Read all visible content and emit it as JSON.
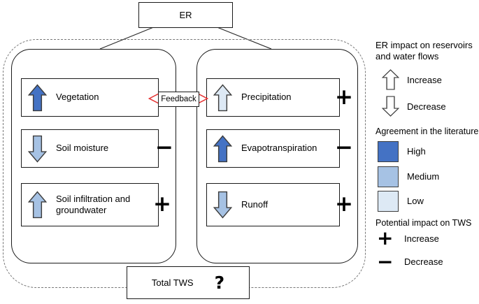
{
  "er": {
    "label": "ER"
  },
  "feedback": {
    "label": "Feedback"
  },
  "total": {
    "label": "Total TWS",
    "symbol": "?"
  },
  "left_group": {
    "items": [
      {
        "label": "Vegetation",
        "arrow": "up",
        "agreement": "high",
        "sign": ""
      },
      {
        "label": "Soil moisture",
        "arrow": "down",
        "agreement": "medium",
        "sign": "−"
      },
      {
        "label": "Soil infiltration and groundwater",
        "arrow": "up",
        "agreement": "medium",
        "sign": "+"
      }
    ]
  },
  "right_group": {
    "items": [
      {
        "label": "Precipitation",
        "arrow": "up",
        "agreement": "low",
        "sign": "+"
      },
      {
        "label": "Evapotranspiration",
        "arrow": "up",
        "agreement": "high",
        "sign": "−"
      },
      {
        "label": "Runoff",
        "arrow": "down",
        "agreement": "medium",
        "sign": "+"
      }
    ]
  },
  "legend": {
    "impact_title": "ER impact on reservoirs and water flows",
    "increase_label": "Increase",
    "decrease_label": "Decrease",
    "agreement_title": "Agreement in the literature",
    "high_label": "High",
    "medium_label": "Medium",
    "low_label": "Low",
    "tws_title": "Potential impact on TWS",
    "tws_increase_sign": "+",
    "tws_increase_label": "Increase",
    "tws_decrease_sign": "−",
    "tws_decrease_label": "Decrease"
  },
  "colors": {
    "high": "#4472c4",
    "medium": "#a6c2e4",
    "low": "#dde9f5",
    "feedback": "#e53030"
  }
}
